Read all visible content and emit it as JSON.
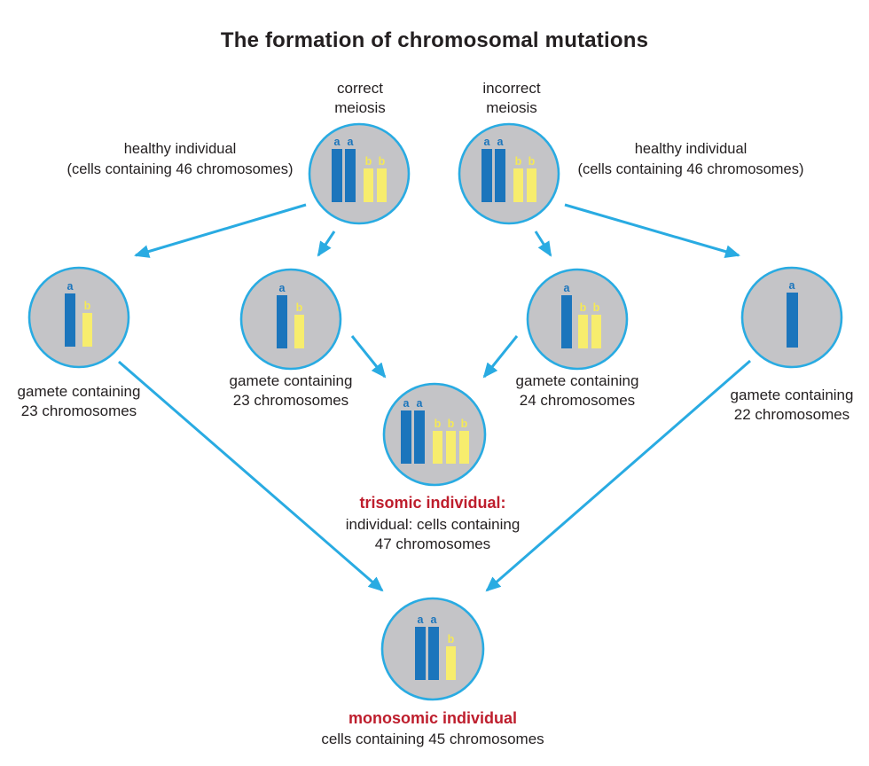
{
  "title": "The formation of chromosomal mutations",
  "colors": {
    "accent_cyan": "#29abe2",
    "chromosome_blue": "#1b75bc",
    "chromosome_yellow": "#f7ed6d",
    "cell_fill": "#c4c4c7",
    "text_dark": "#231f20",
    "highlight_red": "#be1e2d"
  },
  "chromosome_letters": {
    "a": "a",
    "b": "b"
  },
  "processes": {
    "correct": {
      "line1": "correct",
      "line2": "meiosis"
    },
    "incorrect": {
      "line1": "incorrect",
      "line2": "meiosis"
    }
  },
  "parents": {
    "left": {
      "line1": "healthy individual",
      "line2": "(cells containing 46 chromosomes)"
    },
    "right": {
      "line1": "healthy individual",
      "line2": "(cells containing 46 chromosomes)"
    }
  },
  "gametes": {
    "g23_left": {
      "line1": "gamete containing",
      "line2": "23 chromosomes"
    },
    "g23_mid": {
      "line1": "gamete containing",
      "line2": "23 chromosomes"
    },
    "g24": {
      "line1": "gamete containing",
      "line2": "24 chromosomes"
    },
    "g22": {
      "line1": "gamete containing",
      "line2": "22 chromosomes"
    }
  },
  "trisomic": {
    "heading": "trisomic individual:",
    "line1": "individual: cells containing",
    "line2": "47 chromosomes"
  },
  "monosomic": {
    "heading": "monosomic individual",
    "line1": "cells containing 45 chromosomes"
  }
}
